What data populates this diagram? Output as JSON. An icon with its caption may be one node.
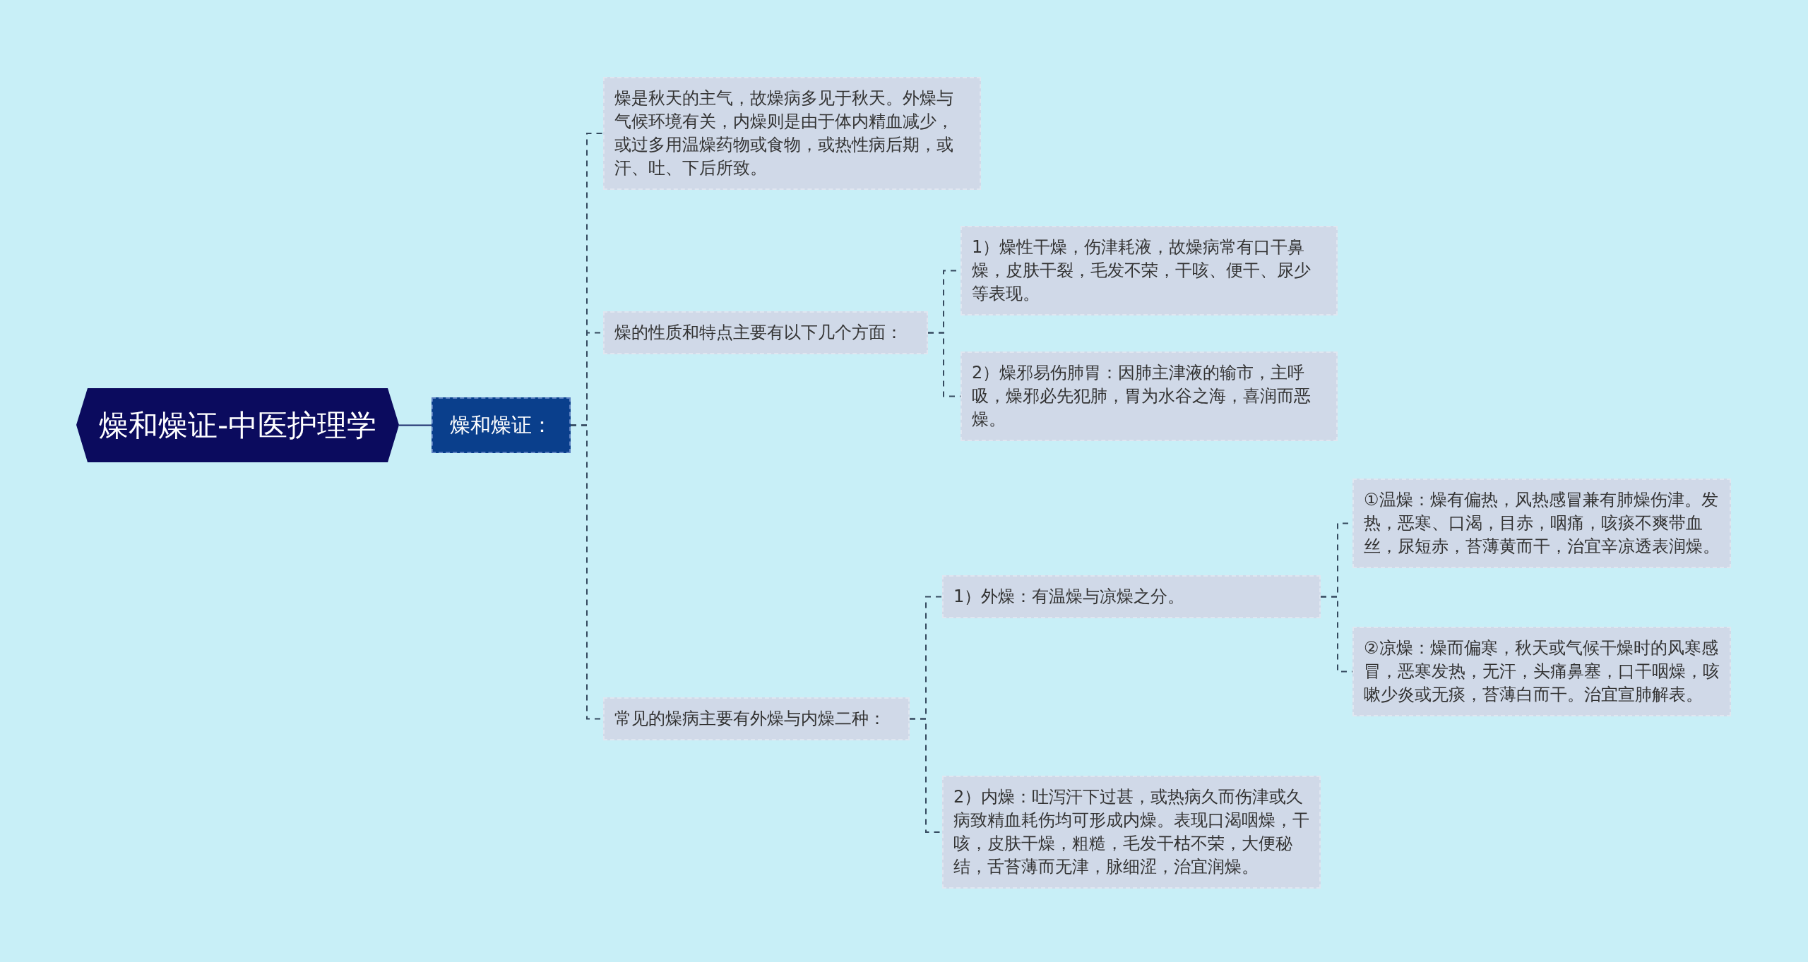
{
  "diagram": {
    "nodes": [
      {
        "text": [
          "燥和燥证-中医护理学"
        ]
      },
      {
        "text": [
          "燥和燥证："
        ]
      },
      {
        "text": [
          "燥是秋天的主气，故燥病多见于秋天。外燥与气候环境有关，内燥则是由于体内精血减少，或过多用温燥药物或食物，或热性病后期，或汗、吐、下后所致。"
        ]
      },
      {
        "text": [
          "燥的性质和特点主要有以下几个方面："
        ]
      },
      {
        "text": [
          "1）燥性干燥，伤津耗液，故燥病常有口干鼻燥，皮肤干裂，毛发不荣，干咳、便干、尿少等表现。"
        ]
      },
      {
        "text": [
          "2）燥邪易伤肺胃：因肺主津液的输市，主呼吸，燥邪必先犯肺，胃为水谷之海，喜润而恶燥。"
        ]
      },
      {
        "text": [
          "常见的燥病主要有外燥与内燥二种："
        ]
      },
      {
        "text": [
          "1）外燥：有温燥与凉燥之分。"
        ]
      },
      {
        "text": [
          "①温燥：燥有偏热，风热感冒兼有肺燥伤津。发热，恶寒、口渴，目赤，咽痛，咳痰不爽带血丝，尿短赤，苔薄黄而干，治宜辛凉透表润燥。"
        ]
      },
      {
        "text": [
          "②凉燥：燥而偏寒，秋天或气候干燥时的风寒感冒，恶寒发热，无汗，头痛鼻塞，口干咽燥，咳嗽少炎或无痰，苔薄白而干。治宜宣肺解表。"
        ]
      },
      {
        "text": [
          "2）内燥：吐泻汗下过甚，或热病久而伤津或久病致精血耗伤均可形成内燥。表现口渴咽燥，干咳，皮肤干燥，粗糙，毛发干枯不荣，大便秘结，舌苔薄而无津，脉细涩，治宜润燥。"
        ]
      }
    ],
    "edges": [
      {
        "from": 0,
        "to": 1,
        "arrow": "none",
        "color": "#1b2a6b"
      },
      {
        "from": 1,
        "to": 2,
        "arrow": "none",
        "style": "dashed"
      },
      {
        "from": 1,
        "to": 3,
        "arrow": "none",
        "style": "dashed"
      },
      {
        "from": 1,
        "to": 6,
        "arrow": "none",
        "style": "dashed"
      },
      {
        "from": 3,
        "to": 4,
        "arrow": "none",
        "style": "dashed"
      },
      {
        "from": 3,
        "to": 5,
        "arrow": "none",
        "style": "dashed"
      },
      {
        "from": 6,
        "to": 7,
        "arrow": "none",
        "style": "dashed"
      },
      {
        "from": 6,
        "to": 10,
        "arrow": "none",
        "style": "dashed"
      },
      {
        "from": 7,
        "to": 8,
        "arrow": "none",
        "style": "dashed"
      },
      {
        "from": 7,
        "to": 9,
        "arrow": "none",
        "style": "dashed"
      }
    ]
  }
}
